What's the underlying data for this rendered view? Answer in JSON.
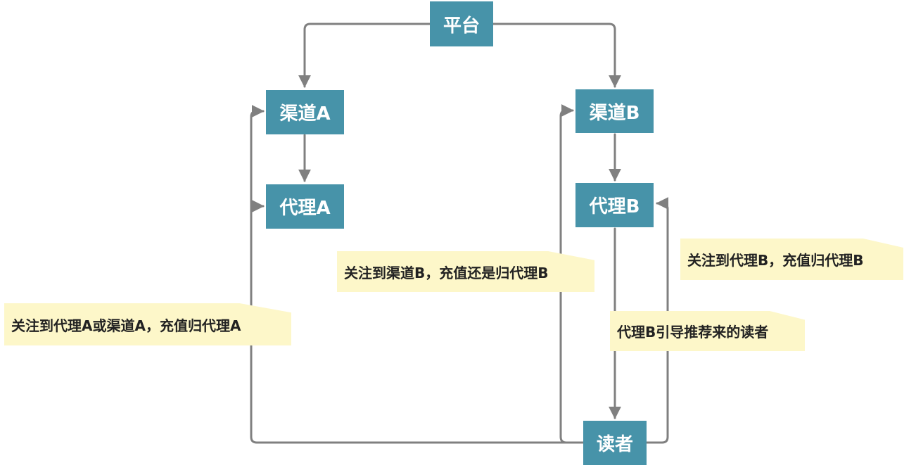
{
  "nodes": {
    "platform": "平台",
    "channel_a": "渠道A",
    "agent_a": "代理A",
    "channel_b": "渠道B",
    "agent_b": "代理B",
    "reader": "读者"
  },
  "notes": {
    "note_agent_a": "关注到代理A或渠道A，充值归代理A",
    "note_channel_b": "关注到渠道B，充值还是归代理B",
    "note_agent_b_follow": "关注到代理B，充值归代理B",
    "note_agent_b_guide": "代理B引导推荐来的读者"
  },
  "colors": {
    "node_fill": "#4793a9",
    "node_text": "#ffffff",
    "note_fill": "#fdf7c9",
    "arrow": "#808080"
  }
}
